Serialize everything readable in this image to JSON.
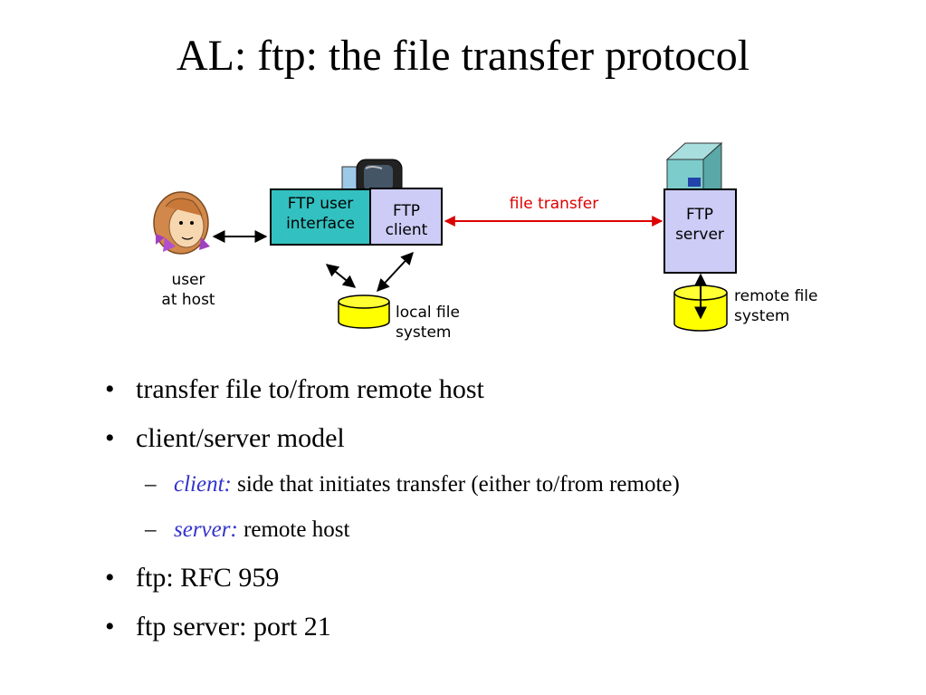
{
  "title": "AL: ftp: the file transfer protocol",
  "colors": {
    "accent_red": "#dd0000",
    "teal_box": "#33c0c0",
    "lavender_box": "#ccccf6",
    "cylinder_yellow": "#ffff00",
    "italic_term_blue": "#3333cc"
  },
  "diagram": {
    "user_label_line1": "user",
    "user_label_line2": "at host",
    "ftp_ui_line1": "FTP user",
    "ftp_ui_line2": "interface",
    "ftp_client_line1": "FTP",
    "ftp_client_line2": "client",
    "file_transfer": "file transfer",
    "ftp_server_line1": "FTP",
    "ftp_server_line2": "server",
    "local_fs_line1": "local file",
    "local_fs_line2": "system",
    "remote_fs_line1": "remote file",
    "remote_fs_line2": "system",
    "icons": [
      "user-person-icon",
      "workstation-icon",
      "server-tower-icon",
      "local-disk-icon",
      "remote-disk-icon"
    ]
  },
  "bullets": [
    {
      "level": 1,
      "text": "transfer file to/from remote host"
    },
    {
      "level": 1,
      "text": "client/server model"
    },
    {
      "level": 2,
      "term": "client:",
      "text": " side that initiates transfer (either to/from remote)"
    },
    {
      "level": 2,
      "term": "server:",
      "text": " remote host"
    },
    {
      "level": 1,
      "text": "ftp: RFC 959"
    },
    {
      "level": 1,
      "text": "ftp server: port 21"
    }
  ],
  "bullet_marks": {
    "level1": "•",
    "level2": "–"
  }
}
